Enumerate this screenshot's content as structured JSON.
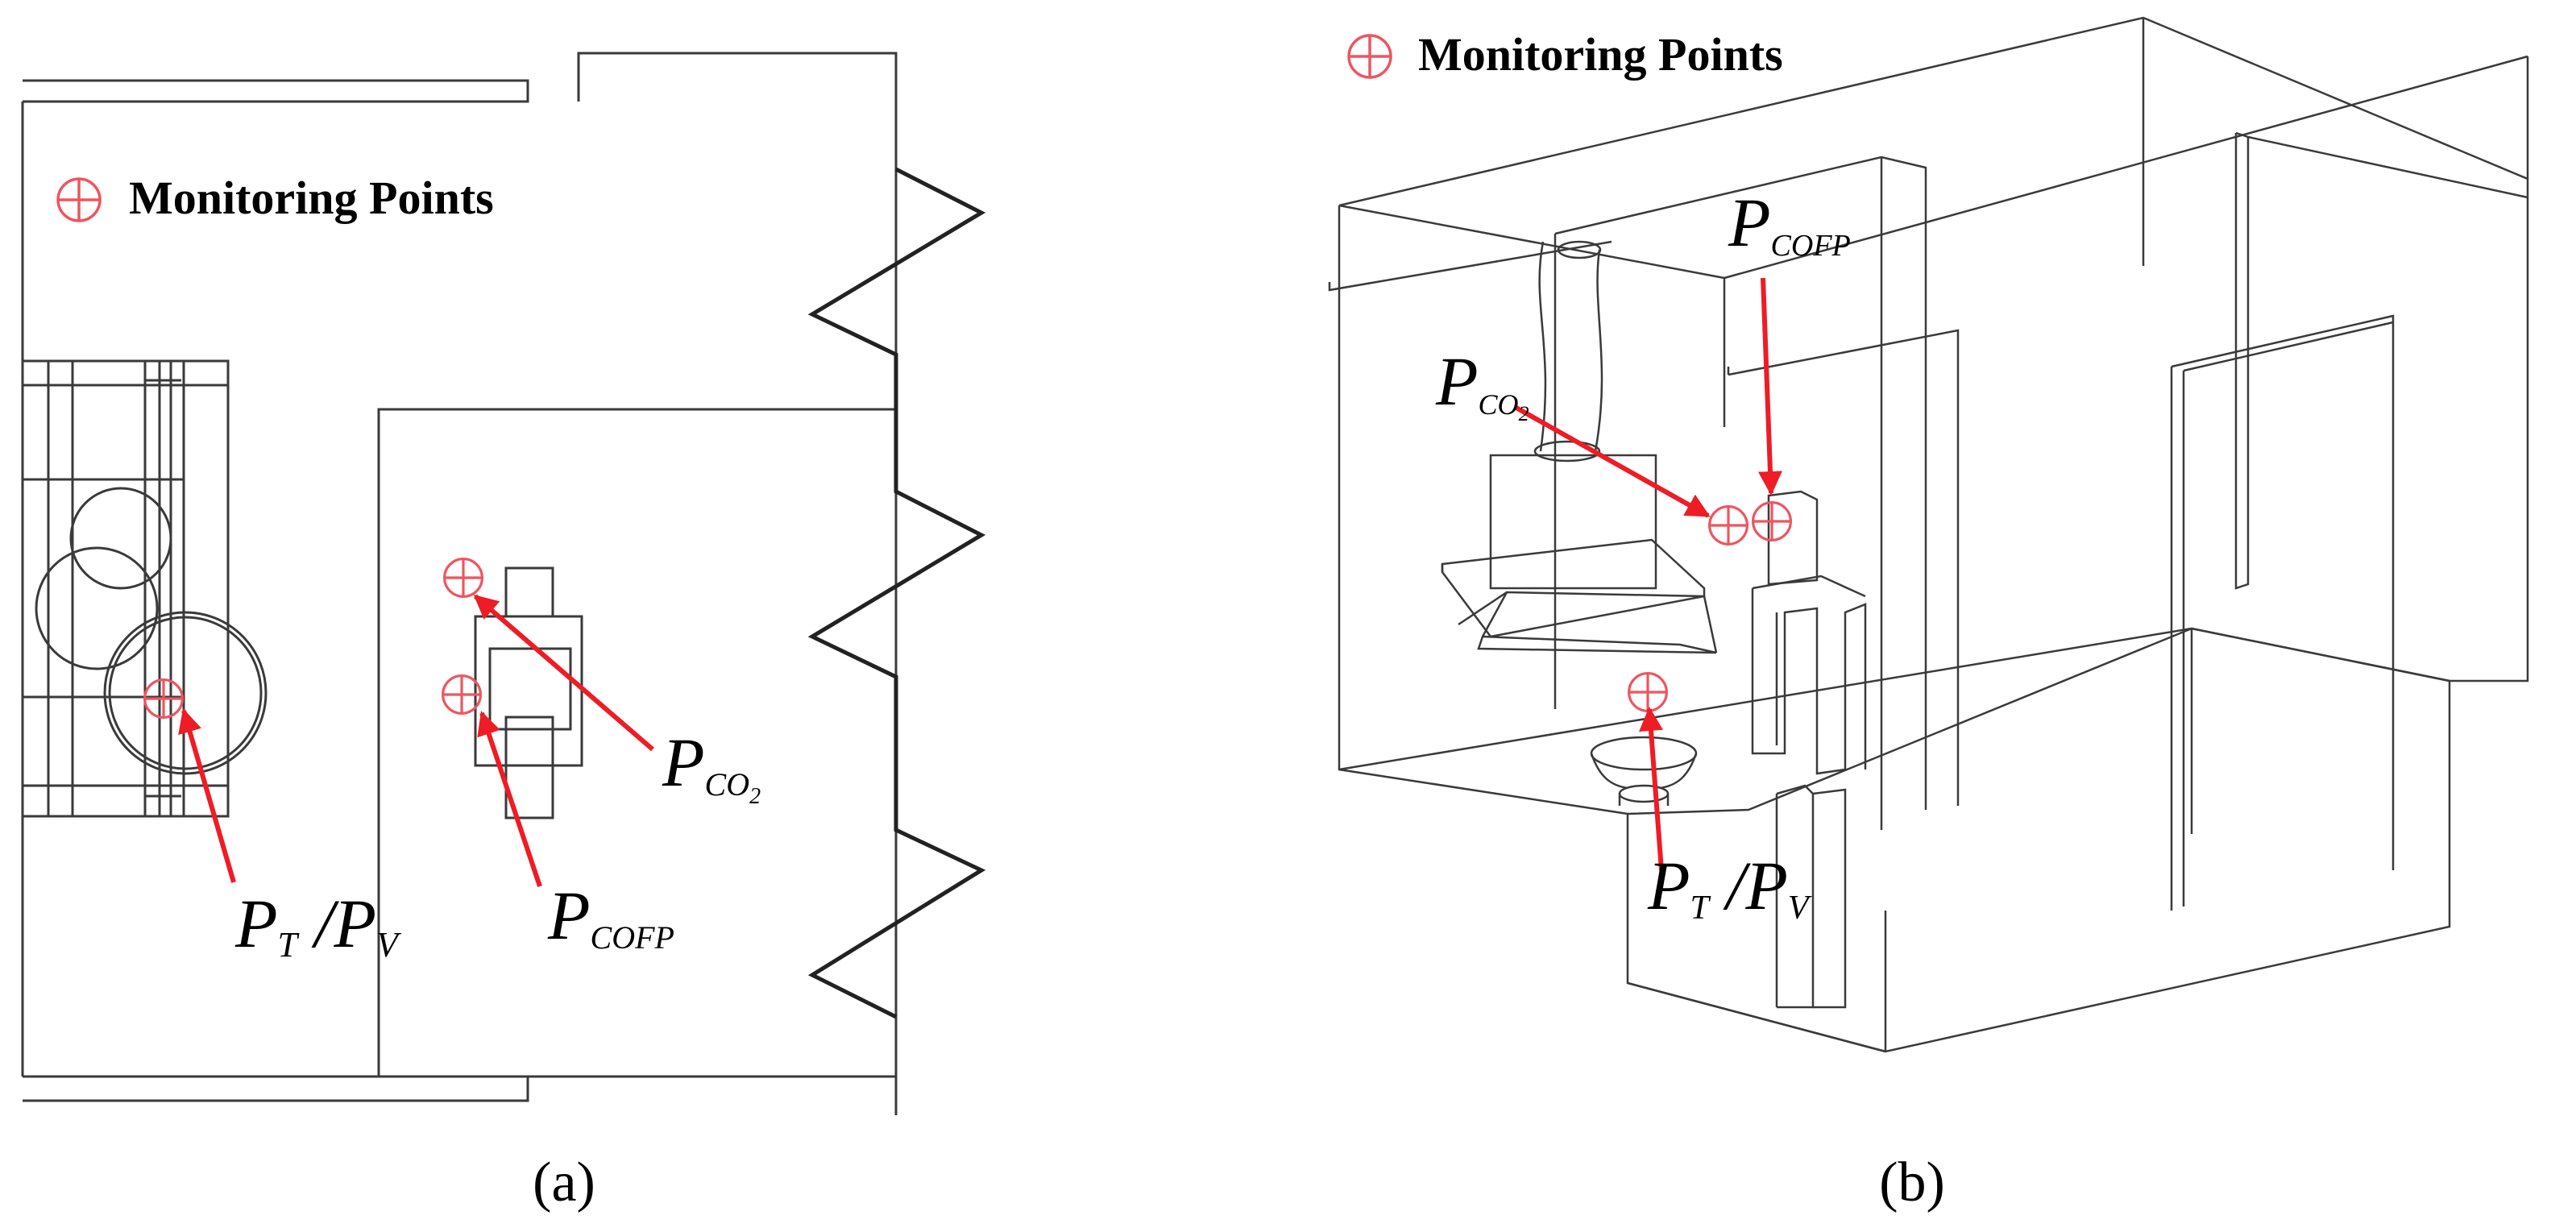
{
  "legend": {
    "marker_label": "Monitoring Points"
  },
  "labels": {
    "pt_pv": {
      "P1": "P",
      "s1": "T",
      "slash": " /",
      "P2": "P",
      "s2": "V"
    },
    "pco2": {
      "P": "P",
      "sub": "CO",
      "sub2": "2"
    },
    "pcofp": {
      "P": "P",
      "sub": "COFP"
    }
  },
  "captions": {
    "a": "(a)",
    "b": "(b)"
  },
  "colors": {
    "marker": "#ee5560",
    "arrow": "#ee1c25",
    "line": "#3a3a3a"
  },
  "icons": {
    "marker": "circled-plus-icon"
  }
}
